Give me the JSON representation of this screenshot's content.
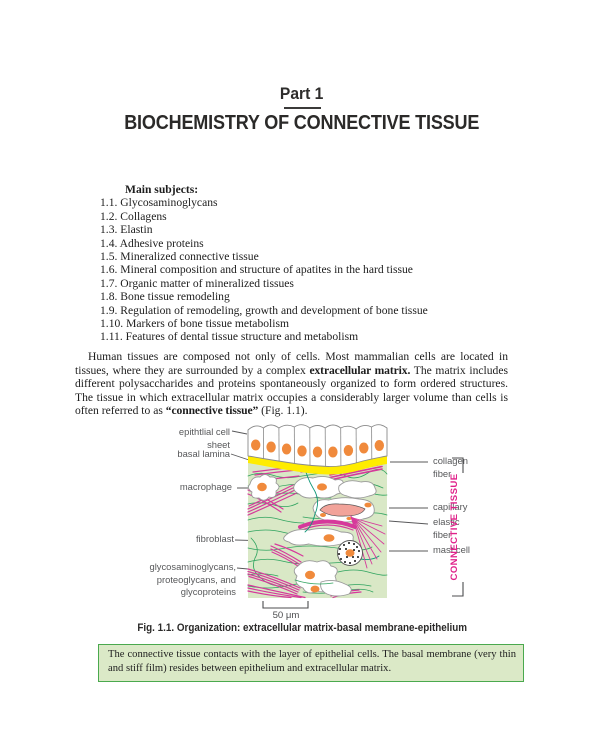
{
  "header": {
    "part": "Part 1",
    "title": "BIOCHEMISTRY OF CONNECTIVE TISSUE"
  },
  "subjects": {
    "heading": "Main subjects:",
    "items": [
      "1.1. Glycosaminoglycans",
      "1.2. Collagens",
      "1.3. Elastin",
      "1.4. Adhesive proteins",
      "1.5. Mineralized connective tissue",
      "1.6. Mineral composition and structure of apatites in the hard tissue",
      "1.7. Organic matter of mineralized tissues",
      "1.8. Bone tissue remodeling",
      "1.9. Regulation of remodeling, growth and development of bone tissue",
      "1.10. Markers of bone tissue metabolism",
      "1.11. Features of dental tissue structure and metabolism"
    ]
  },
  "paragraph": {
    "segments": [
      {
        "text": "Human tissues are composed not only of cells. Most mammalian cells are located in tissues, where they are surrounded by a complex ",
        "bold": false
      },
      {
        "text": "extracellular matrix.",
        "bold": true
      },
      {
        "text": " The matrix includes different polysaccharides and proteins spontaneously organized to form ordered structures. The tissue in which extracellular matrix occupies a considerably larger volume than cells is often referred to as ",
        "bold": false
      },
      {
        "text": "“connective tissue”",
        "bold": true
      },
      {
        "text": " (Fig. 1.1).",
        "bold": false
      }
    ]
  },
  "figure": {
    "left_labels": {
      "epithelial": "epithtlial cell\nsheet",
      "basal": "basal lamina",
      "macrophage": "macrophage",
      "fibroblast": "fibroblast",
      "glyco": "glycosaminoglycans,\nproteoglycans, and\nglycoproteins"
    },
    "right_labels": {
      "collagen": "collagen\nfiber",
      "capillary": "capillary",
      "elastic": "elastic\nfiber",
      "mast": "mast cell"
    },
    "side_label": "CONNECTIVE TISSUE",
    "scale_label": "50 μm",
    "caption": "Fig. 1.1. Organization: extracellular matrix-basal membrane-epithelium",
    "colors": {
      "matrix_green": "#d9e8c6",
      "line_green": "#2ea35e",
      "fiber_magenta": "#d6399b",
      "nucleus_orange": "#f08a3c",
      "lamina_yellow": "#ffec00",
      "capillary_pink": "#f2a39a",
      "side_label_color": "#e0218a"
    }
  },
  "note_box": {
    "text": "The connective tissue contacts with the layer of epithelial cells. The basal membrane (very thin and stiff film) resides between epithelium and extracellular matrix."
  }
}
